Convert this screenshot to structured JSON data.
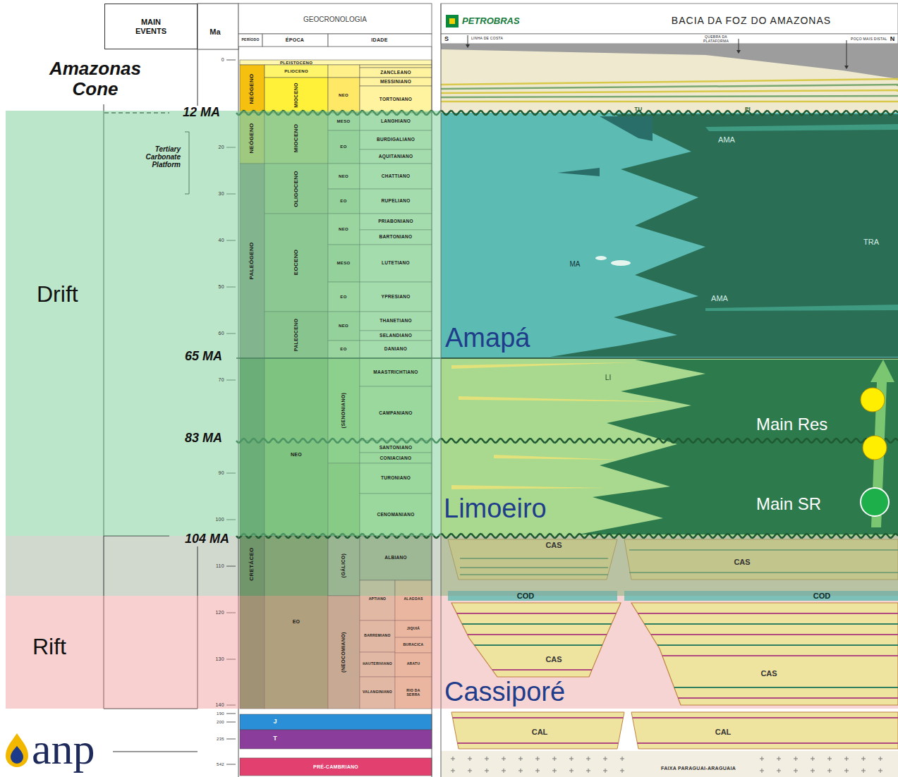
{
  "diagram": {
    "title": "BACIA DA FOZ DO AMAZONAS",
    "nodes": [
      {
        "text": [
          "MAIN EVENTS"
        ]
      },
      {
        "text": [
          "Drift"
        ]
      },
      {
        "text": [
          "Amapá"
        ]
      },
      {
        "text": [
          "Limoeiro"
        ]
      },
      {
        "text": [
          "Rift"
        ]
      },
      {
        "text": [
          "Cassiporé"
        ]
      }
    ],
    "labels": [
      "Ma",
      "GEOCRONOLOGIA",
      "PERÍODO",
      "ÉPOCA",
      "IDADE",
      "PETROBRAS",
      "S",
      "LINHA DE COSTA",
      "QUEBRA DA PLATAFORMA",
      "POÇO MAIS DISTAL",
      "N",
      "Amazonas Cone",
      "12 MA",
      "Tertiary Carbonate Platform",
      "65 MA",
      "83 MA",
      "104 MA",
      "0",
      "20",
      "30",
      "40",
      "50",
      "60",
      "70",
      "90",
      "100",
      "110",
      "120",
      "130",
      "140",
      "190",
      "200",
      "235",
      "542",
      "PLEISTOCENO",
      "PLIOCENO",
      "NEÓGENO",
      "NEÓGENO",
      "PALEÓGENO",
      "CRETÁCEO",
      "MIOCENO",
      "MIOCENO",
      "OLIGOCENO",
      "EOCENO",
      "PALEOCENO",
      "NEO",
      "EO",
      "NEO",
      "MESO",
      "EO",
      "NEO",
      "EO",
      "NEO",
      "MESO",
      "EO",
      "NEO",
      "EO",
      "(SENONIANO)",
      "(GÁLICO)",
      "(NEOCOMIANO)",
      "ZANCLEANO",
      "MESSINIANO",
      "TORTONIANO",
      "LANGHIANO",
      "BURDIGALIANO",
      "AQUITANIANO",
      "CHATTIANO",
      "RUPELIANO",
      "PRIABONIANO",
      "BARTONIANO",
      "LUTETIANO",
      "YPRESIANO",
      "THANETIANO",
      "SELANDIANO",
      "DANIANO",
      "MAASTRICHTIANO",
      "CAMPANIANO",
      "SANTONIANO",
      "CONIACIANO",
      "TURONIANO",
      "CENOMANIANO",
      "ALBIANO",
      "APTIANO",
      "BARREMIANO",
      "HAUTERIVIANO",
      "VALANGINIANO",
      "ALAGOAS",
      "JIQUIÁ",
      "BURACICA",
      "ARATU",
      "RIO DA SERRA",
      "J",
      "T",
      "PRÉ-CAMBRIANO",
      "TU",
      "PI",
      "AMA",
      "TRA",
      "MA",
      "AMA",
      "LI",
      "Main Res",
      "Main SR",
      "CAS",
      "CAS",
      "COD",
      "COD",
      "CAS",
      "CAS",
      "CAL",
      "CAL",
      "FAIXA PARAGUAI-ARAGUAIA",
      "anp"
    ]
  }
}
